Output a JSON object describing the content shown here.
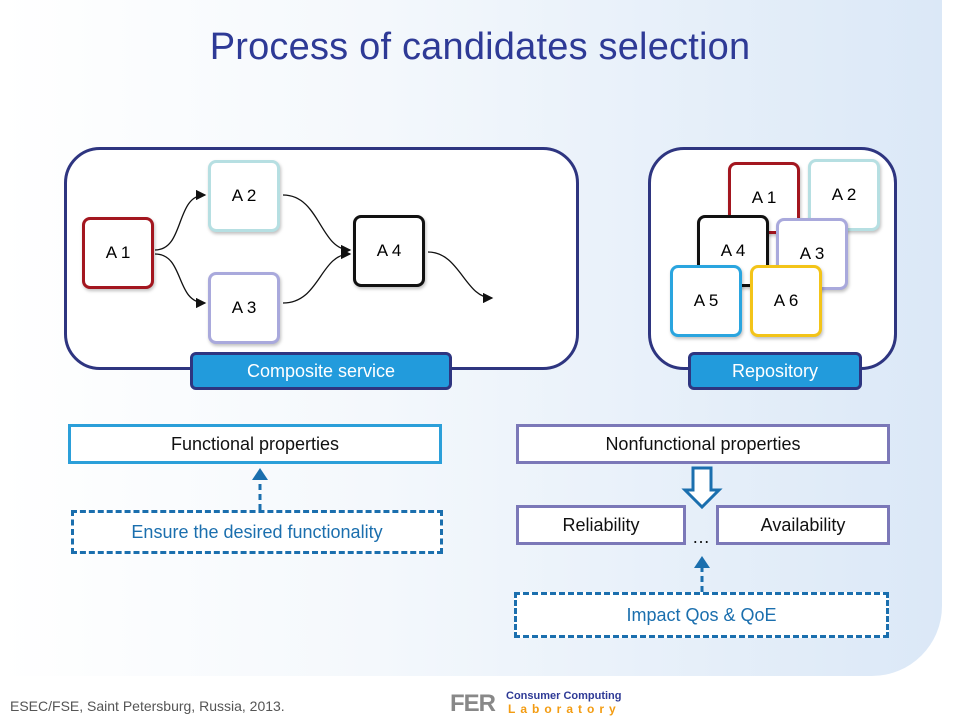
{
  "title": "Process of candidates selection",
  "composite": {
    "tag": "Composite service",
    "nodes": [
      "A 1",
      "A 2",
      "A 3",
      "A 4"
    ]
  },
  "repository": {
    "tag": "Repository",
    "nodes": [
      "A 1",
      "A 2",
      "A 4",
      "A 3",
      "A 5",
      "A 6"
    ]
  },
  "functional": {
    "label": "Functional properties",
    "goal": "Ensure the desired functionality"
  },
  "nonfunctional": {
    "label": "Nonfunctional properties",
    "reliability": "Reliability",
    "availability": "Availability",
    "ellipsis": "…",
    "impact": "Impact Qos & QoE"
  },
  "footer": "ESEC/FSE, Saint Petersburg, Russia, 2013.",
  "logo": {
    "mark": "FER",
    "line1": "Consumer Computing",
    "line2": "Laboratory"
  },
  "colors": {
    "title": "#2e3a96",
    "container_border": "#2e3580",
    "tag_fill": "#229bdc",
    "a1": "#a3161f",
    "a2": "#b6dfe2",
    "a3": "#a9a9dc",
    "a4": "#111111",
    "a5": "#2aa5df",
    "a6": "#f3c419"
  }
}
